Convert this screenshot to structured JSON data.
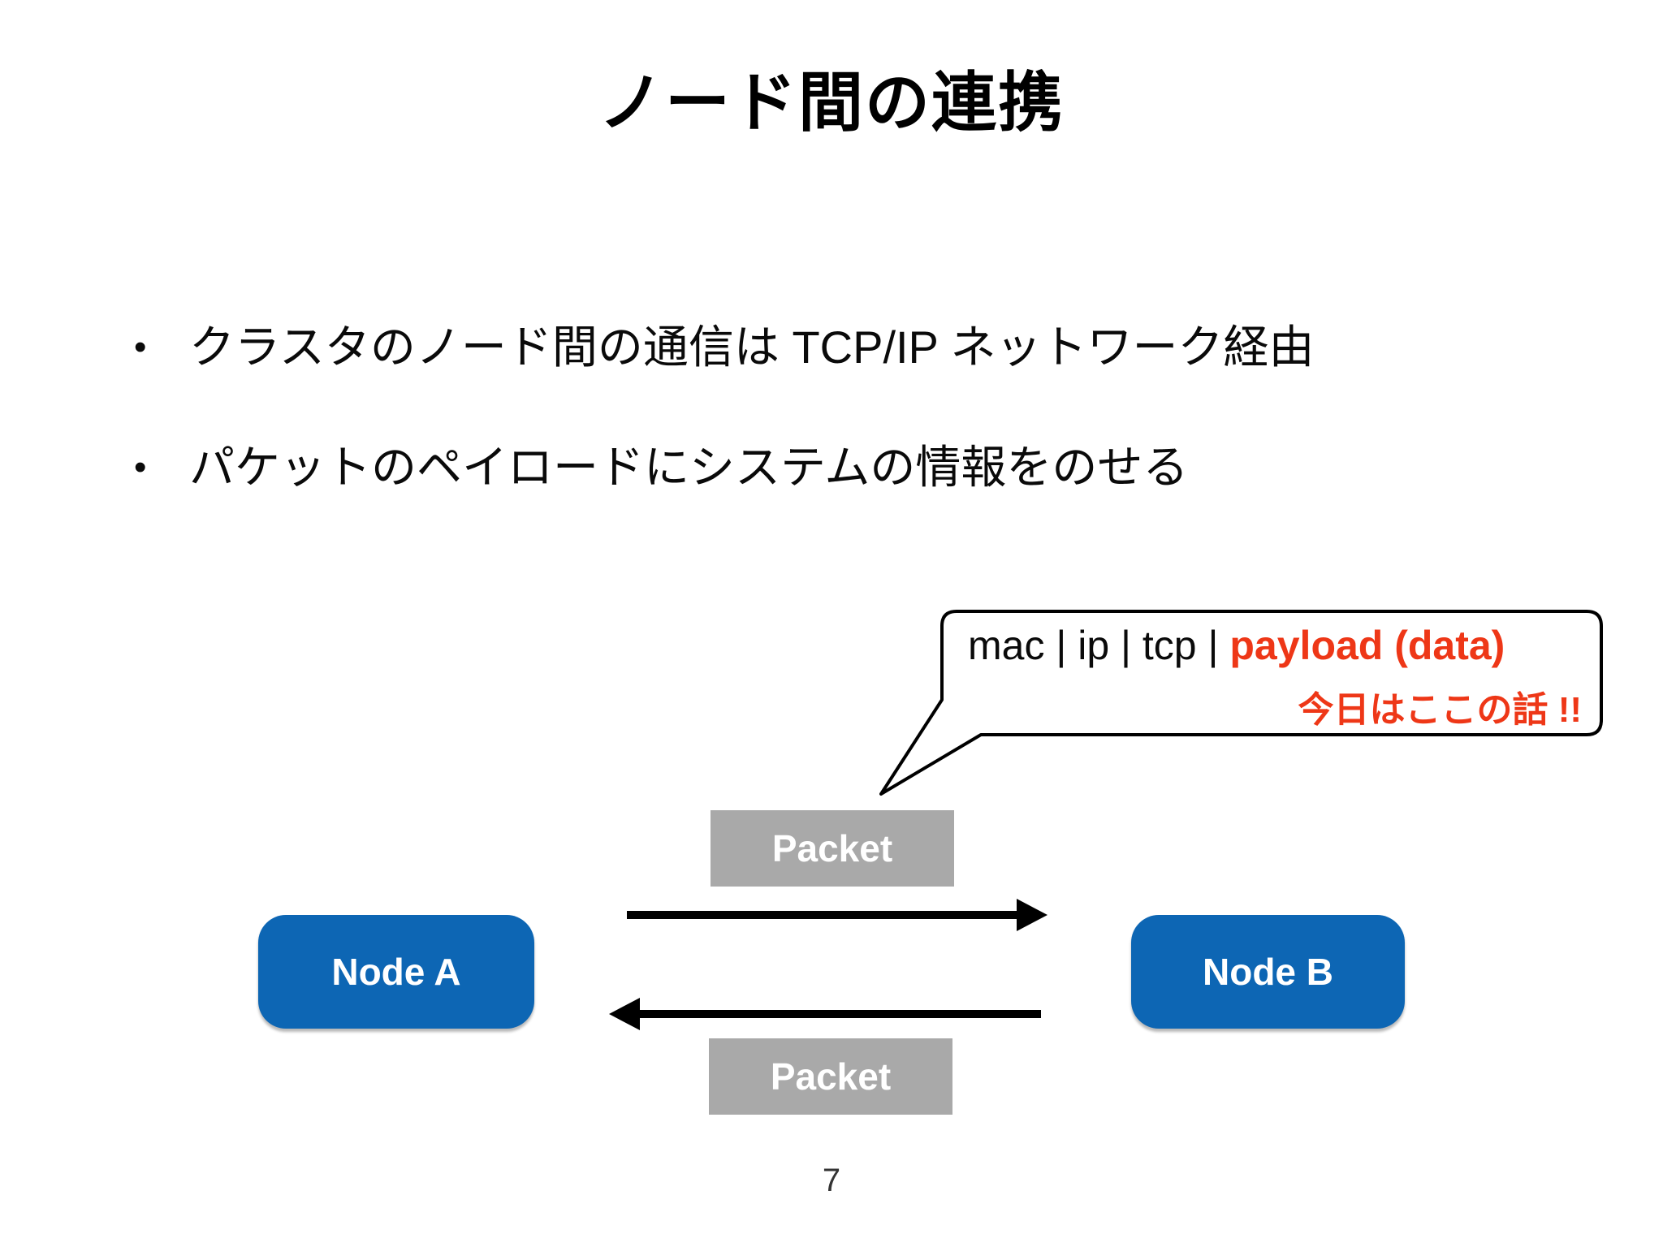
{
  "slide": {
    "title": "ノード間の連携",
    "bullet_marker": "•",
    "bullets": [
      "クラスタのノード間の通信は TCP/IP ネットワーク経由",
      "パケットのペイロードにシステムの情報をのせる"
    ],
    "page_number": "7"
  },
  "diagram": {
    "callout": {
      "header_black": "mac | ip | tcp | ",
      "header_red": "payload (data)",
      "subtext": "今日はここの話 !!"
    },
    "packet_top": "Packet",
    "packet_bottom": "Packet",
    "node_a": "Node A",
    "node_b": "Node B"
  },
  "colors": {
    "node_blue": "#0D66B4",
    "packet_gray": "#A9A9A9",
    "accent_red": "#EE3717",
    "arrow_black": "#000000",
    "background": "#FFFFFF"
  }
}
